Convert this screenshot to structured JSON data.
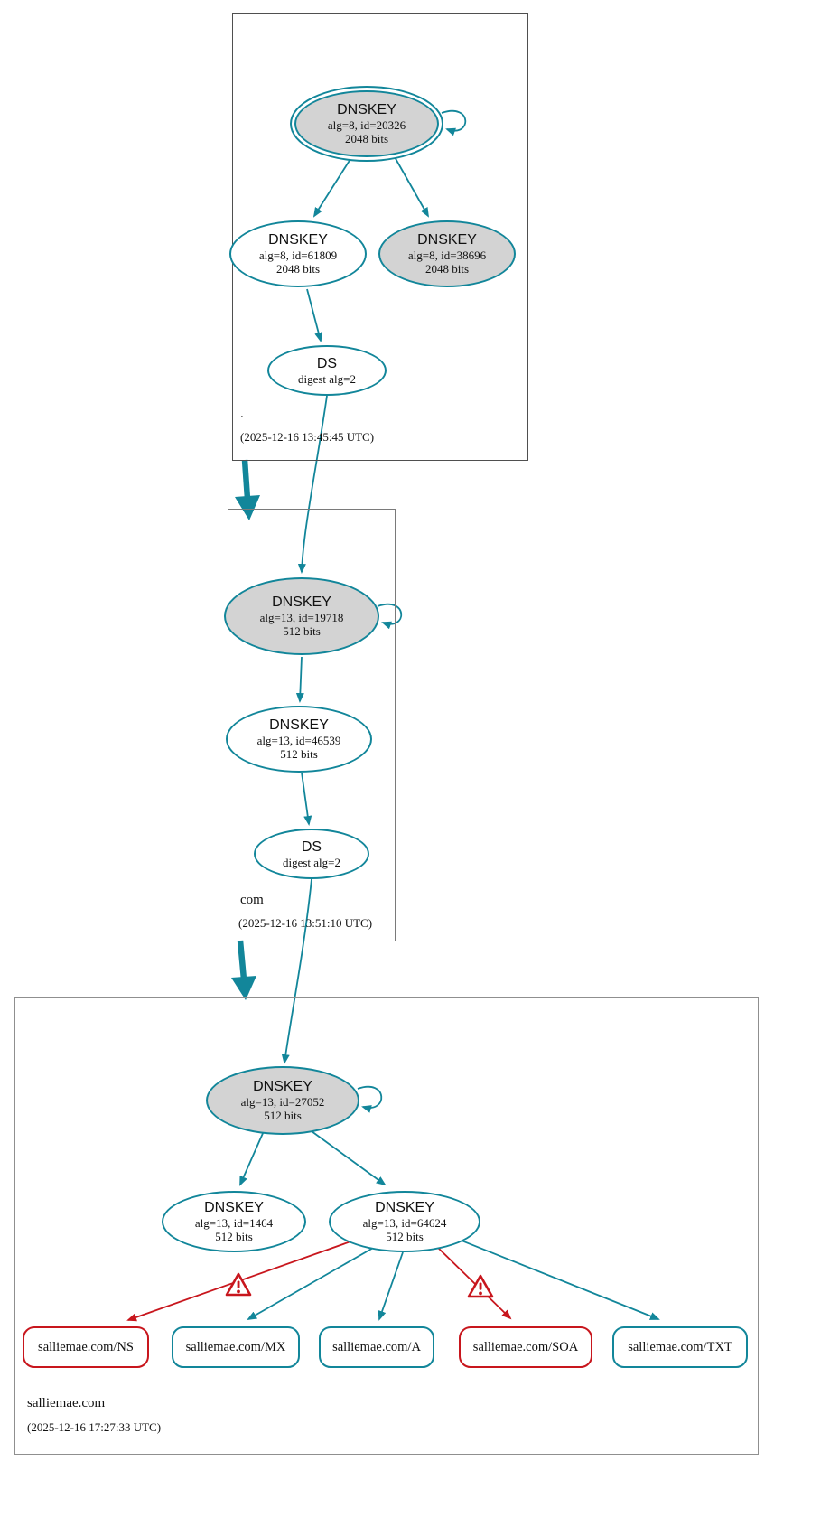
{
  "colors": {
    "teal": "#12869a",
    "red": "#c8161d",
    "gray_fill": "#d3d3d3",
    "box_border": "#6e6e6e"
  },
  "icons": {
    "warning": "⚠",
    "self_sign": "loop-arrow"
  },
  "zones": [
    {
      "label": ".",
      "timestamp": "(2025-12-16 13:45:45 UTC)",
      "nodes": [
        {
          "title": "DNSKEY",
          "detail1": "alg=8, id=20326",
          "detail2": "2048 bits"
        },
        {
          "title": "DNSKEY",
          "detail1": "alg=8, id=61809",
          "detail2": "2048 bits"
        },
        {
          "title": "DNSKEY",
          "detail1": "alg=8, id=38696",
          "detail2": "2048 bits"
        },
        {
          "title": "DS",
          "detail1": "digest alg=2"
        }
      ]
    },
    {
      "label": "com",
      "timestamp": "(2025-12-16 13:51:10 UTC)",
      "nodes": [
        {
          "title": "DNSKEY",
          "detail1": "alg=13, id=19718",
          "detail2": "512 bits"
        },
        {
          "title": "DNSKEY",
          "detail1": "alg=13, id=46539",
          "detail2": "512 bits"
        },
        {
          "title": "DS",
          "detail1": "digest alg=2"
        }
      ]
    },
    {
      "label": "salliemae.com",
      "timestamp": "(2025-12-16 17:27:33 UTC)",
      "nodes": [
        {
          "title": "DNSKEY",
          "detail1": "alg=13, id=27052",
          "detail2": "512 bits"
        },
        {
          "title": "DNSKEY",
          "detail1": "alg=13, id=1464",
          "detail2": "512 bits"
        },
        {
          "title": "DNSKEY",
          "detail1": "alg=13, id=64624",
          "detail2": "512 bits"
        }
      ],
      "rrsets": [
        {
          "label": "salliemae.com/NS",
          "status": "error"
        },
        {
          "label": "salliemae.com/MX",
          "status": "secure"
        },
        {
          "label": "salliemae.com/A",
          "status": "secure"
        },
        {
          "label": "salliemae.com/SOA",
          "status": "error"
        },
        {
          "label": "salliemae.com/TXT",
          "status": "secure"
        }
      ]
    }
  ]
}
